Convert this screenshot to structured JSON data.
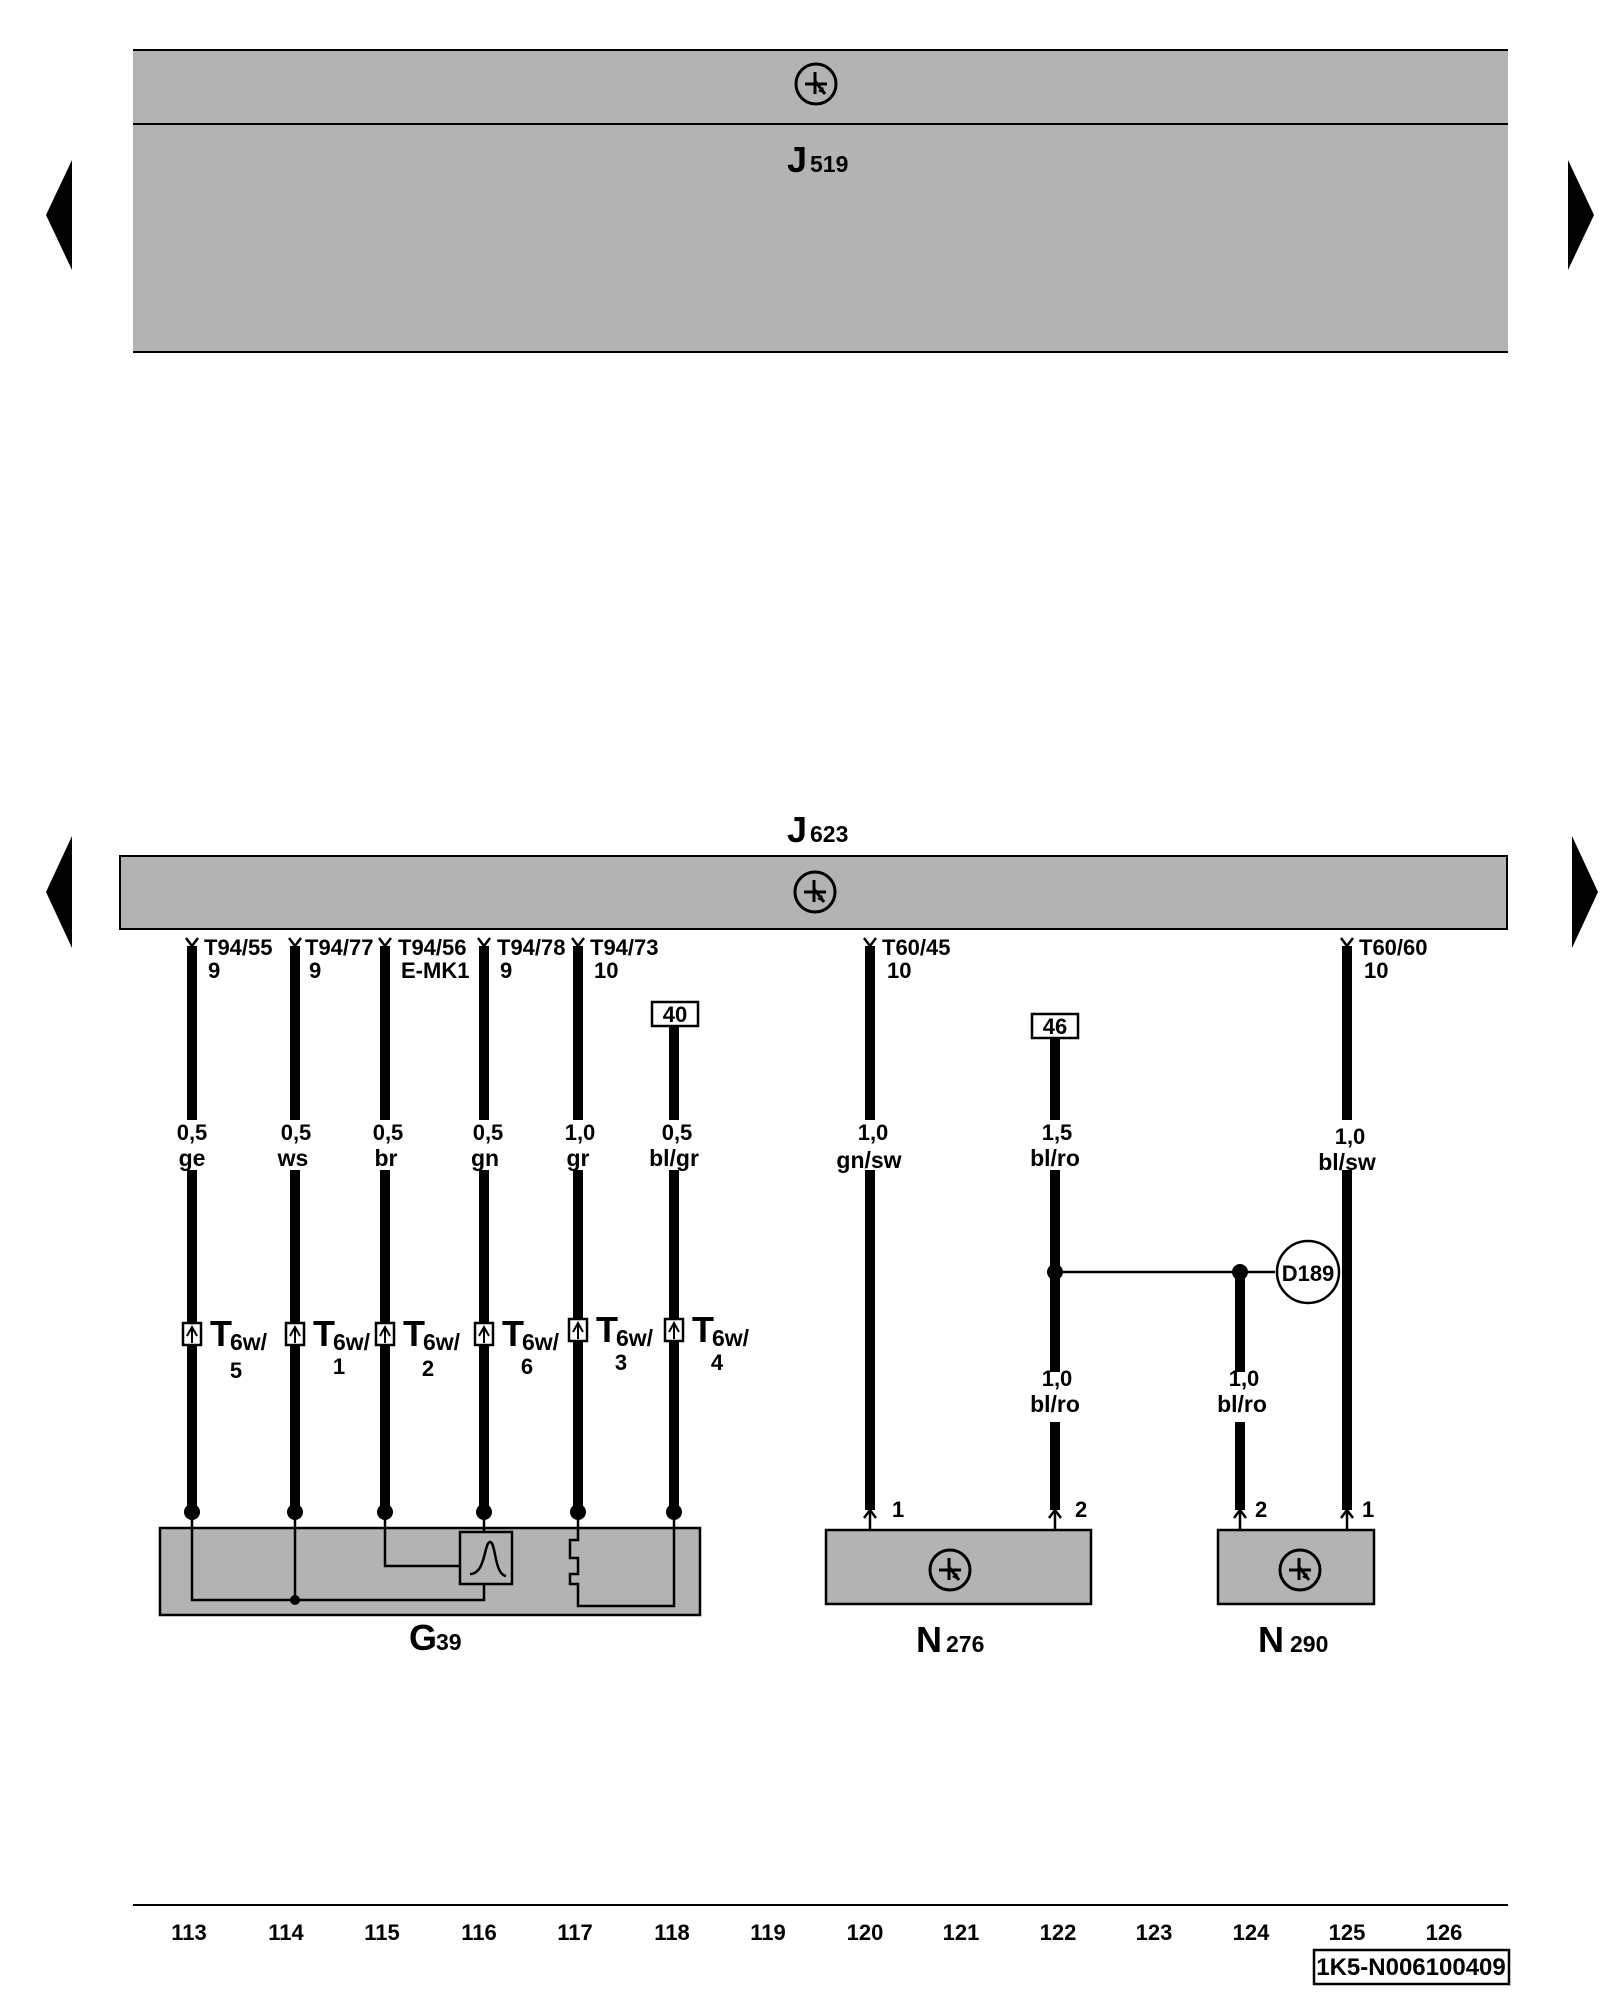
{
  "top_unit": {
    "letter": "J",
    "sub": "519"
  },
  "main_unit": {
    "letter": "J",
    "sub": "623"
  },
  "icons": {
    "control_unit": "transistor-control-unit-icon",
    "connector": "connector-pin-icon",
    "navigation": "triangle-arrow-icon"
  },
  "colors": {
    "unit_fill": "#b3b3b3",
    "wire": "#000000"
  },
  "wires": [
    {
      "pin_a": "T94/55",
      "pin_b": "9",
      "gauge": "0,5",
      "color": "ge",
      "conn": "T",
      "conn_sub": "6w/",
      "conn_pin": "5"
    },
    {
      "pin_a": "T94/77",
      "pin_b": "9",
      "gauge": "0,5",
      "color": "ws",
      "conn": "T",
      "conn_sub": "6w/",
      "conn_pin": "1"
    },
    {
      "pin_a": "T94/56",
      "pin_b": "E-MK1",
      "gauge": "0,5",
      "color": "br",
      "conn": "T",
      "conn_sub": "6w/",
      "conn_pin": "2"
    },
    {
      "pin_a": "T94/78",
      "pin_b": "9",
      "gauge": "0,5",
      "color": "gn",
      "conn": "T",
      "conn_sub": "6w/",
      "conn_pin": "6"
    },
    {
      "pin_a": "T94/73",
      "pin_b": "10",
      "gauge": "1,0",
      "color": "gr",
      "conn": "T",
      "conn_sub": "6w/",
      "conn_pin": "3"
    },
    {
      "pin_a": "",
      "pin_b": "",
      "gauge": "0,5",
      "color": "bl/gr",
      "conn": "T",
      "conn_sub": "6w/",
      "conn_pin": "4",
      "ref": "40"
    },
    {
      "pin_a": "T60/45",
      "pin_b": "10",
      "gauge": "1,0",
      "color": "gn/sw",
      "comp_pin": "1"
    },
    {
      "gauge": "1,5",
      "color": "bl/ro",
      "gauge2": "1,0",
      "color2": "bl/ro",
      "comp_pin": "2",
      "ref": "46"
    },
    {
      "gauge": "1,0",
      "color": "bl/ro",
      "comp_pin": "2"
    },
    {
      "pin_a": "T60/60",
      "pin_b": "10",
      "gauge": "1,0",
      "color": "bl/sw",
      "comp_pin": "1"
    }
  ],
  "splice": "D189",
  "components": [
    {
      "letter": "G",
      "sub": "39"
    },
    {
      "letter": "N",
      "sub": "276"
    },
    {
      "letter": "N",
      "sub": "290"
    }
  ],
  "scale": [
    "113",
    "114",
    "115",
    "116",
    "117",
    "118",
    "119",
    "120",
    "121",
    "122",
    "123",
    "124",
    "125",
    "126"
  ],
  "diagram_code": "1K5-N006100409"
}
